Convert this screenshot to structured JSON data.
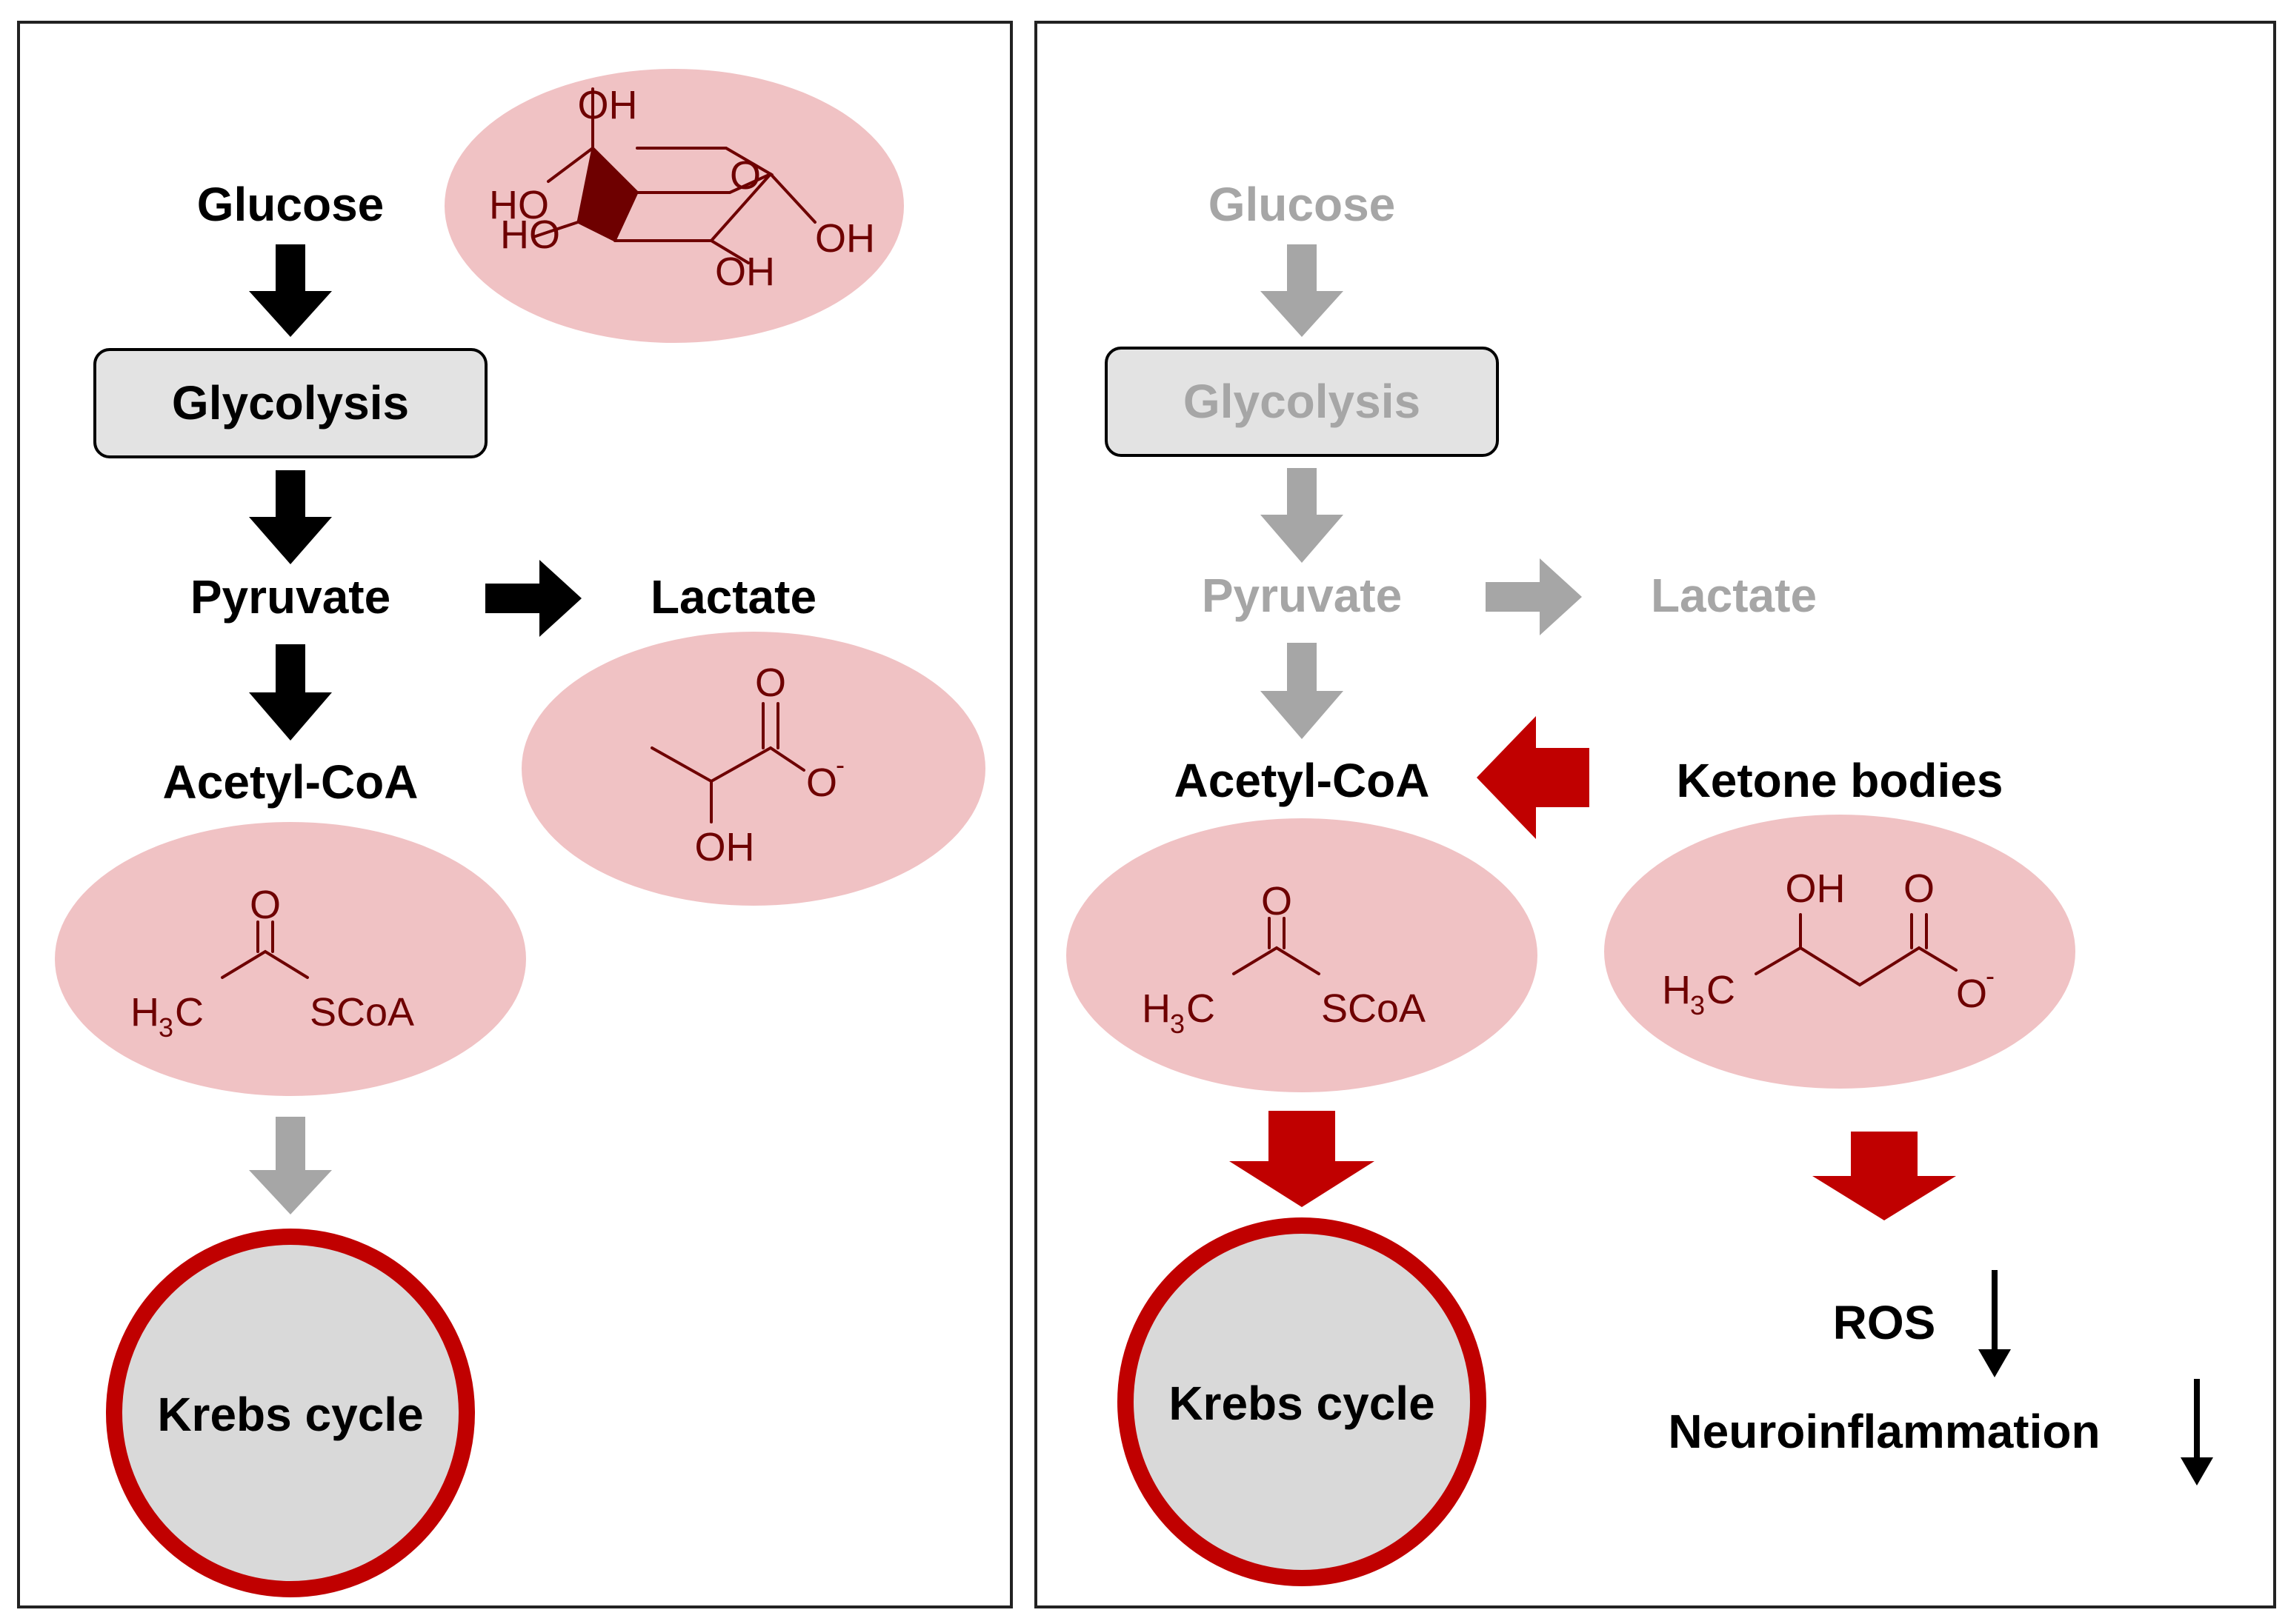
{
  "colors": {
    "active": "#000000",
    "inactive": "#a6a6a6",
    "highlight": "#c00000",
    "molecule_bg": "#f0c2c4",
    "molecule_ink": "#6e0000",
    "box_fill": "#e3e3e3",
    "cycle_fill": "#d9d9d9"
  },
  "left_panel": {
    "glucose": "Glucose",
    "glycolysis": "Glycolysis",
    "pyruvate": "Pyruvate",
    "lactate": "Lactate",
    "acetyl_coa": "Acetyl-CoA",
    "krebs": "Krebs cycle",
    "glucose_structure": {
      "oh_top": "OH",
      "ho_1": "HO",
      "ho_2": "HO",
      "o_ring": "O",
      "oh_right": "OH",
      "oh_bottom": "OH"
    },
    "lactate_structure": {
      "o_top": "O",
      "o_minus": "O",
      "charge": "-",
      "oh": "OH"
    },
    "acetyl_structure": {
      "o": "O",
      "h": "H",
      "sub3": "3",
      "c": "C",
      "scoa": "SCoA"
    }
  },
  "right_panel": {
    "glucose": "Glucose",
    "glycolysis": "Glycolysis",
    "pyruvate": "Pyruvate",
    "lactate": "Lactate",
    "acetyl_coa": "Acetyl-CoA",
    "ketone_bodies": "Ketone bodies",
    "krebs": "Krebs cycle",
    "ros": "ROS",
    "neuroinflammation": "Neuroinflammation",
    "acetyl_structure": {
      "o": "O",
      "h": "H",
      "sub3": "3",
      "c": "C",
      "scoa": "SCoA"
    },
    "ketone_structure": {
      "oh": "OH",
      "o_top": "O",
      "h": "H",
      "sub3": "3",
      "c": "C",
      "o_minus": "O",
      "charge": "-"
    }
  }
}
